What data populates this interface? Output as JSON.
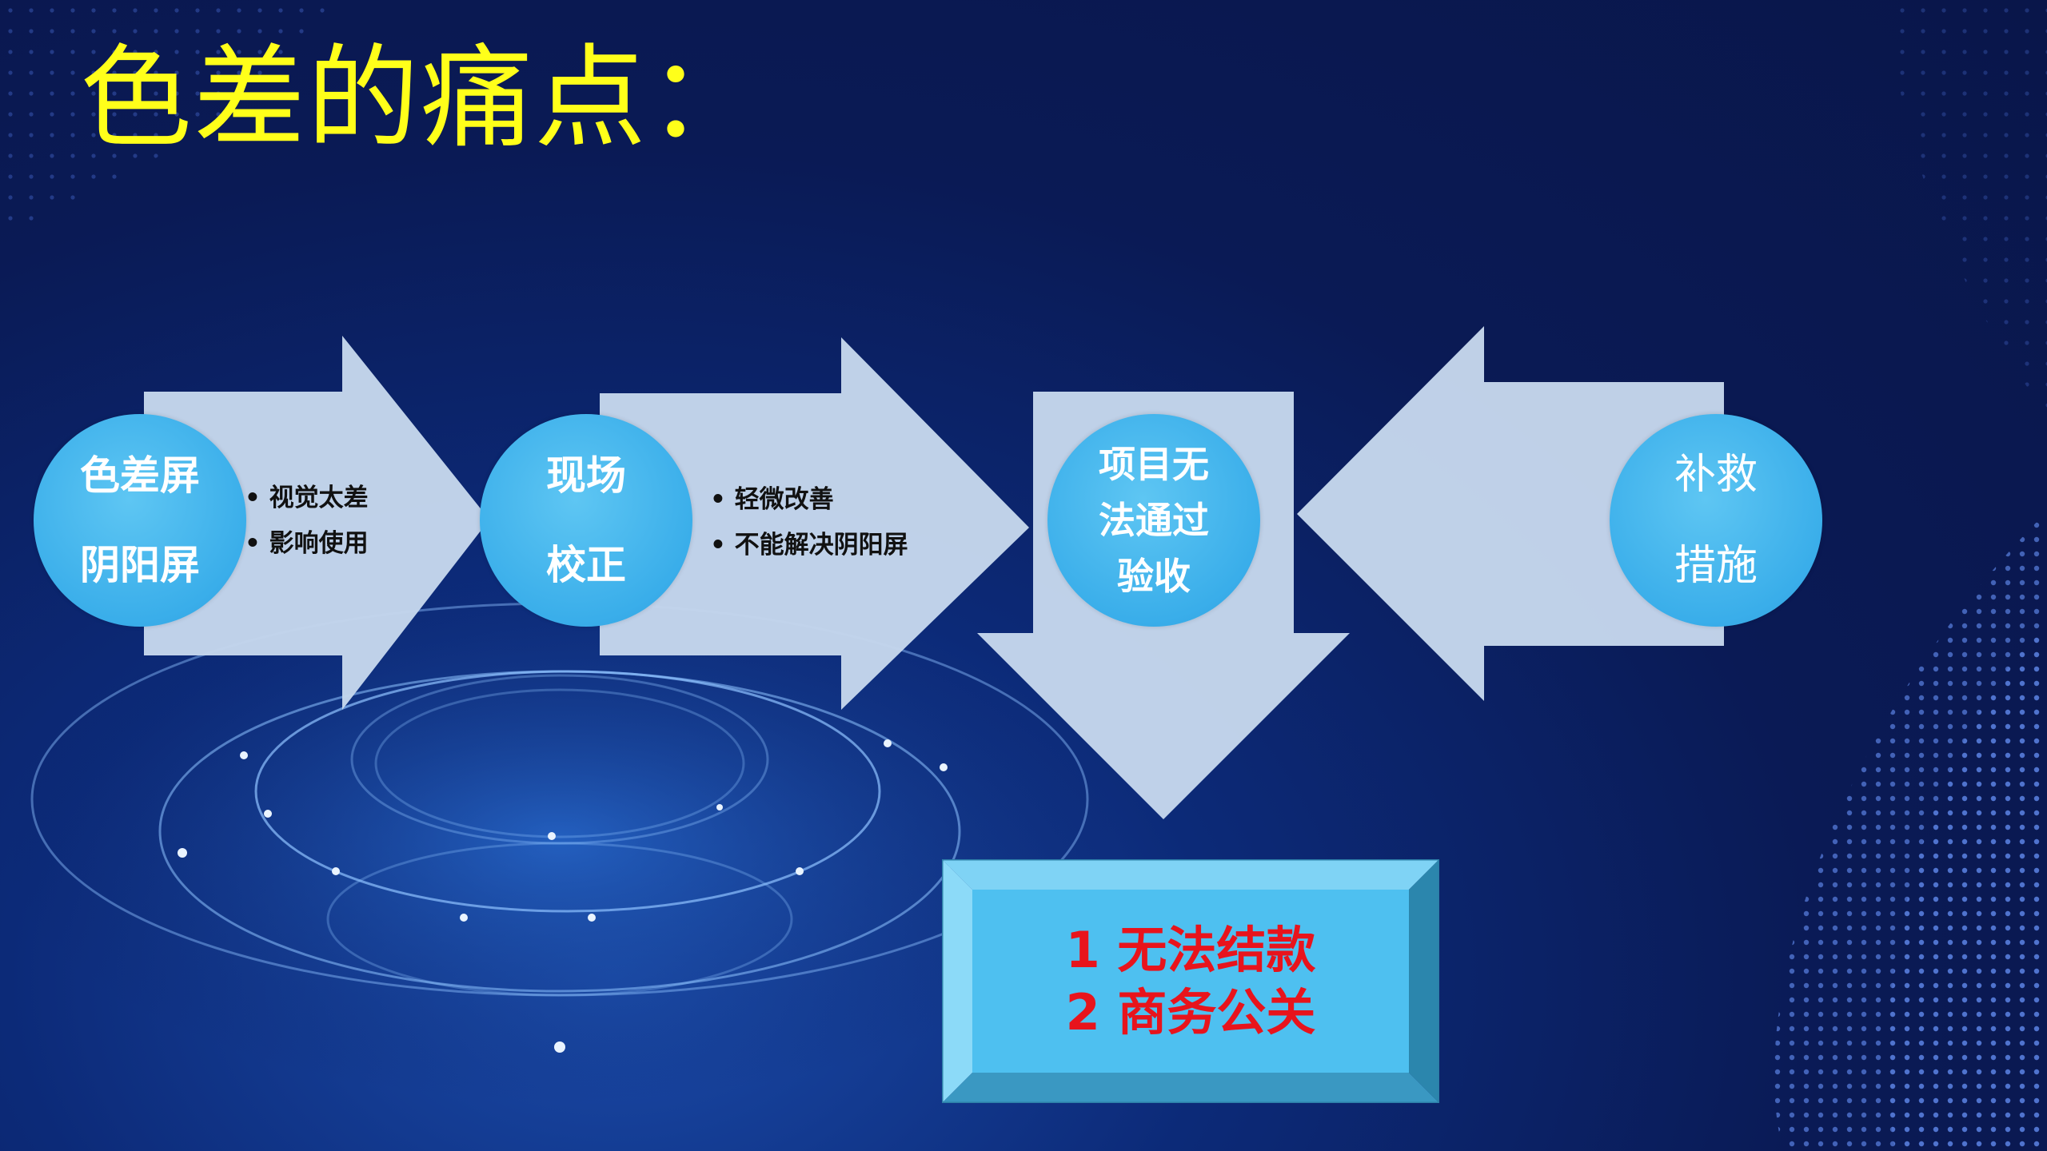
{
  "slide": {
    "title": "色差的痛点："
  },
  "steps": [
    {
      "lines": [
        "色差屏",
        "阴阳屏"
      ],
      "bullets": [
        "视觉太差",
        "影响使用"
      ]
    },
    {
      "lines": [
        "现场",
        "校正"
      ],
      "bullets": [
        "轻微改善",
        "不能解决阴阳屏"
      ]
    },
    {
      "lines": [
        "项目无",
        "法通过",
        "验收"
      ]
    },
    {
      "lines": [
        "补救",
        "措施"
      ]
    }
  ],
  "result_box": {
    "line1": "1 无法结款",
    "line2": "2 商务公关"
  },
  "colors": {
    "title": "#ffff1a",
    "arrow_fill": "#c5d7ec",
    "circle_fill": "#3aaeea",
    "box_fill": "#4ec0f0",
    "box_text": "#e8141c",
    "bg_dark": "#09164a"
  }
}
